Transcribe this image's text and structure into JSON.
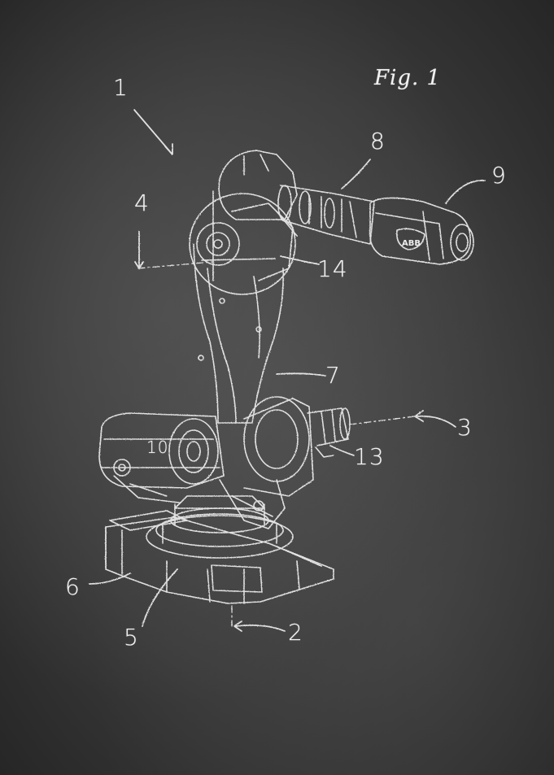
{
  "figure": {
    "title": "Fig. 1"
  },
  "labels": {
    "l1": "1",
    "l2": "2",
    "l3": "3",
    "l4": "4",
    "l5": "5",
    "l6": "6",
    "l7": "7",
    "l8": "8",
    "l9": "9",
    "l10": "10",
    "l13": "13",
    "l14": "14"
  },
  "style": {
    "background": "#3a3a3a",
    "chalk": "#f2f2f2"
  },
  "logo_text": "ABB"
}
